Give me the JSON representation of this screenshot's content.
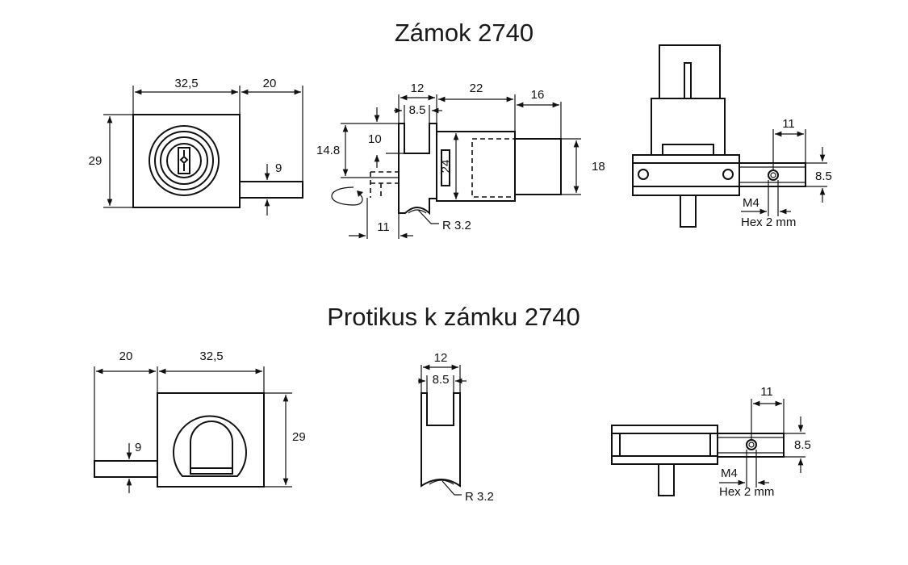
{
  "titles": {
    "top": "Zámok 2740",
    "bottom": "Protikus k zámku 2740"
  },
  "top_front": {
    "width": "32,5",
    "extension": "20",
    "height": "29",
    "bolt": "9"
  },
  "top_side": {
    "slot_outer": "12",
    "slot_inner": "8.5",
    "body_len": "22",
    "cyl_len": "16",
    "height_a": "14.8",
    "depth_a": "10",
    "body_h": "24",
    "cyl_h": "18",
    "bottom_w": "11",
    "radius": "R 3.2"
  },
  "top_right": {
    "dim_a": "11",
    "dim_b": "8.5",
    "thread": "M4",
    "hex": "Hex 2 mm"
  },
  "bottom_front": {
    "extension": "20",
    "width": "32,5",
    "height": "29",
    "bolt": "9"
  },
  "bottom_side": {
    "slot_outer": "12",
    "slot_inner": "8.5",
    "radius": "R 3.2"
  },
  "bottom_right": {
    "dim_a": "11",
    "dim_b": "8.5",
    "thread": "M4",
    "hex": "Hex 2 mm"
  },
  "colors": {
    "ink": "#111111",
    "paper": "#ffffff"
  }
}
